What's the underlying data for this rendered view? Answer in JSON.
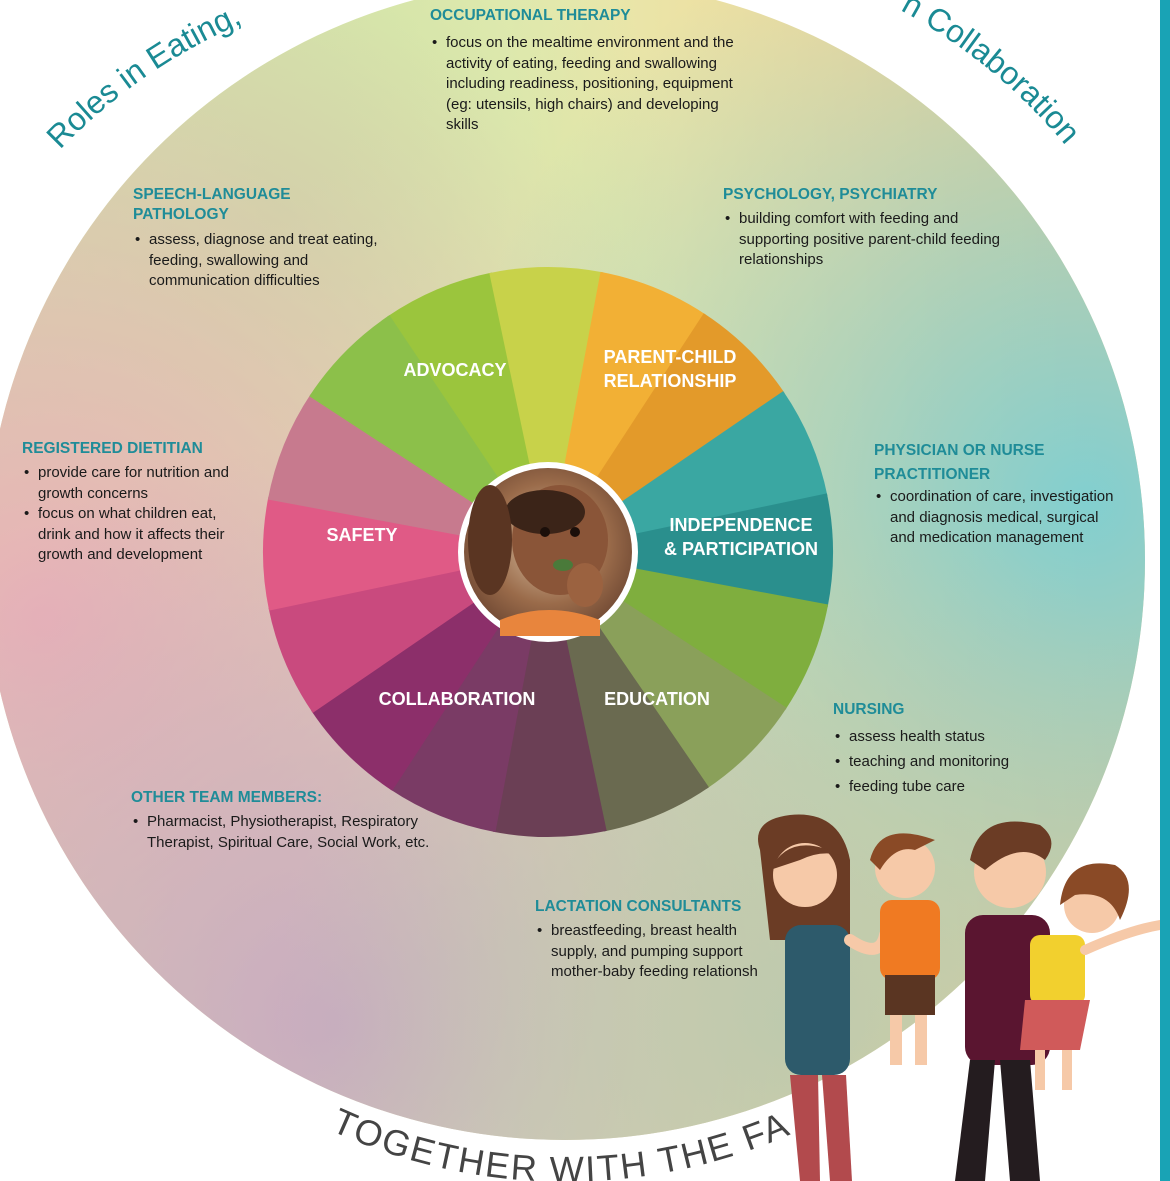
{
  "arc_top_left": "Roles in Eating,",
  "arc_top_right": "n Collaboration",
  "arc_bottom": "TOGETHER WITH THE FAMILY",
  "center_photo": "child-eating-photo",
  "inner_labels": {
    "advocacy": "ADVOCACY",
    "parent_child_1": "PARENT-CHILD",
    "parent_child_2": "RELATIONSHIP",
    "independence_1": "INDEPENDENCE",
    "independence_2": "& PARTICIPATION",
    "safety": "SAFETY",
    "collaboration": "COLLABORATION",
    "education": "EDUCATION"
  },
  "roles": {
    "occupational_therapy": {
      "title": "OCCUPATIONAL THERAPY",
      "items": [
        "focus on the mealtime environment and the activity of eating, feeding and swallowing including readiness, positioning, equipment (eg: utensils, high chairs) and developing skills"
      ]
    },
    "speech_language": {
      "title": "SPEECH-LANGUAGE PATHOLOGY",
      "items": [
        "assess, diagnose and treat eating, feeding, swallowing and communication difficulties"
      ]
    },
    "psychology": {
      "title": "PSYCHOLOGY, PSYCHIATRY",
      "items": [
        "building comfort with feeding and supporting positive parent-child feeding relationships"
      ]
    },
    "dietitian": {
      "title": "REGISTERED DIETITIAN",
      "items": [
        "provide care for nutrition and growth concerns",
        "focus on what children eat, drink and how it affects their growth and development"
      ]
    },
    "physician": {
      "title": "PHYSICIAN OR NURSE PRACTITIONER",
      "items": [
        "coordination of care, investigation and diagnosis medical, surgical and medication management"
      ]
    },
    "nursing": {
      "title": "NURSING",
      "items": [
        "assess health status",
        "teaching and monitoring",
        "feeding tube care"
      ]
    },
    "other": {
      "title": "OTHER TEAM MEMBERS:",
      "items": [
        "Pharmacist, Physiotherapist, Respiratory Therapist, Spiritual Care, Social Work, etc."
      ]
    },
    "lactation": {
      "title": "LACTATION CONSULTANTS",
      "items": [
        "breastfeeding, breast health supply, and pumping support mother-baby feeding relationsh"
      ]
    }
  },
  "family_illustration": "family-cartoon",
  "colors": {
    "title_teal": "#1f8c98",
    "right_bar": "#19a3b5"
  }
}
